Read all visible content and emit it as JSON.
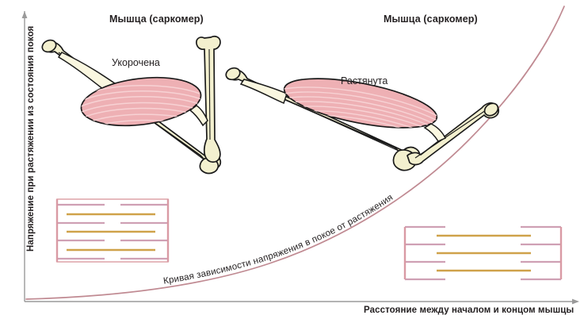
{
  "figure": {
    "kind": "muscle-length-tension-diagram",
    "background_color": "#ffffff"
  },
  "axes": {
    "y_label": "Напряжение при растяжении из состояния покоя",
    "x_label": "Расстояние между началом и концом мышцы",
    "axis_color": "#9a9a9a"
  },
  "panels": {
    "left": {
      "title": "Мышца (саркомер)",
      "state_label": "Укорочена"
    },
    "right": {
      "title": "Мышца (саркомер)",
      "state_label": "Растянута"
    }
  },
  "curve": {
    "caption": "Кривая зависимости напряжения в покое от растяжения",
    "color": "#c08a92"
  },
  "colors": {
    "bone_fill": "#f3f0cf",
    "bone_outline": "#1a1a1a",
    "muscle_fill": "#eeb0b4",
    "muscle_striation": "#f7d2d4",
    "muscle_outline": "#1a1a1a",
    "tendon_fill": "#faf7e0",
    "sarcomere_z_line": "#d99aa4",
    "sarcomere_actin": "#cfa0b4",
    "sarcomere_myosin": "#cfa24a",
    "sarcomere_frame": "#e0a9ad"
  },
  "chart_data": {
    "type": "line",
    "title": "Кривая зависимости напряжения в покое от растяжения",
    "xlabel": "Расстояние между началом и концом мышцы",
    "ylabel": "Напряжение при растяжении из состояния покоя",
    "grid": false,
    "legend": null,
    "axis_ticks": [],
    "series": [
      {
        "name": "Кривая зависимости напряжения в покое от растяжения",
        "color": "#c08a92",
        "x": [
          0,
          10,
          20,
          30,
          40,
          50,
          60,
          70,
          80,
          90,
          100
        ],
        "y": [
          0,
          1,
          2,
          4,
          7,
          11,
          17,
          26,
          40,
          62,
          96
        ]
      }
    ],
    "xlim": [
      0,
      100
    ],
    "ylim": [
      0,
      100
    ],
    "annotations": [
      {
        "text": "Укорочена",
        "region": "left-panel"
      },
      {
        "text": "Растянута",
        "region": "right-panel"
      },
      {
        "text": "Мышца (саркомер)",
        "region": "left-panel-title"
      },
      {
        "text": "Мышца (саркомер)",
        "region": "right-panel-title"
      }
    ]
  },
  "sarcomere_left": {
    "state": "shortened",
    "rows": 3,
    "description": "Перекрывающиеся филаменты, Z-линии сближены"
  },
  "sarcomere_right": {
    "state": "stretched",
    "rows": 3,
    "description": "Раздвинутые филаменты, Z-линии удалены"
  }
}
